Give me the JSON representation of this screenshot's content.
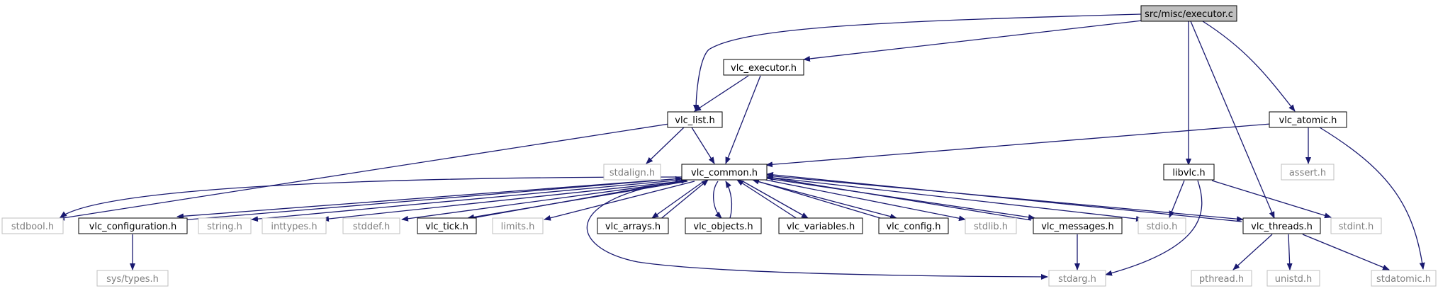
{
  "colors": {
    "edge": "#191970",
    "box_border": "#000000",
    "box_border_external": "#bfbfbf",
    "root_fill": "#bfbfbf",
    "text": "#000000",
    "text_external": "#7f7f7f"
  },
  "nodes": {
    "executor_c": "src/misc/executor.c",
    "vlc_executor_h": "vlc_executor.h",
    "vlc_list_h": "vlc_list.h",
    "vlc_atomic_h": "vlc_atomic.h",
    "stdalign_h": "stdalign.h",
    "vlc_common_h": "vlc_common.h",
    "libvlc_h": "libvlc.h",
    "assert_h": "assert.h",
    "stdbool_h": "stdbool.h",
    "vlc_configuration_h": "vlc_configuration.h",
    "string_h": "string.h",
    "inttypes_h": "inttypes.h",
    "stddef_h": "stddef.h",
    "vlc_tick_h": "vlc_tick.h",
    "limits_h": "limits.h",
    "vlc_arrays_h": "vlc_arrays.h",
    "vlc_objects_h": "vlc_objects.h",
    "vlc_variables_h": "vlc_variables.h",
    "vlc_config_h": "vlc_config.h",
    "stdlib_h": "stdlib.h",
    "vlc_messages_h": "vlc_messages.h",
    "stdio_h": "stdio.h",
    "vlc_threads_h": "vlc_threads.h",
    "stdint_h": "stdint.h",
    "sys_types_h": "sys/types.h",
    "stdarg_h": "stdarg.h",
    "pthread_h": "pthread.h",
    "unistd_h": "unistd.h",
    "stdatomic_h": "stdatomic.h"
  }
}
